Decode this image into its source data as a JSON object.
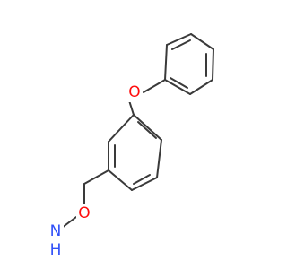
{
  "molecule": {
    "atoms": {
      "ether_oxygen": {
        "label": "O",
        "color": "#ff0d0d"
      },
      "hydroxylamine_oxygen": {
        "label": "O",
        "color": "#ff0d0d"
      },
      "nitrogen": {
        "label": "N",
        "color": "#3050f8"
      },
      "hydrogen": {
        "label": "H",
        "color": "#3050f8"
      }
    },
    "bond_color": "#3a3a3a",
    "background_color": "#ffffff"
  }
}
